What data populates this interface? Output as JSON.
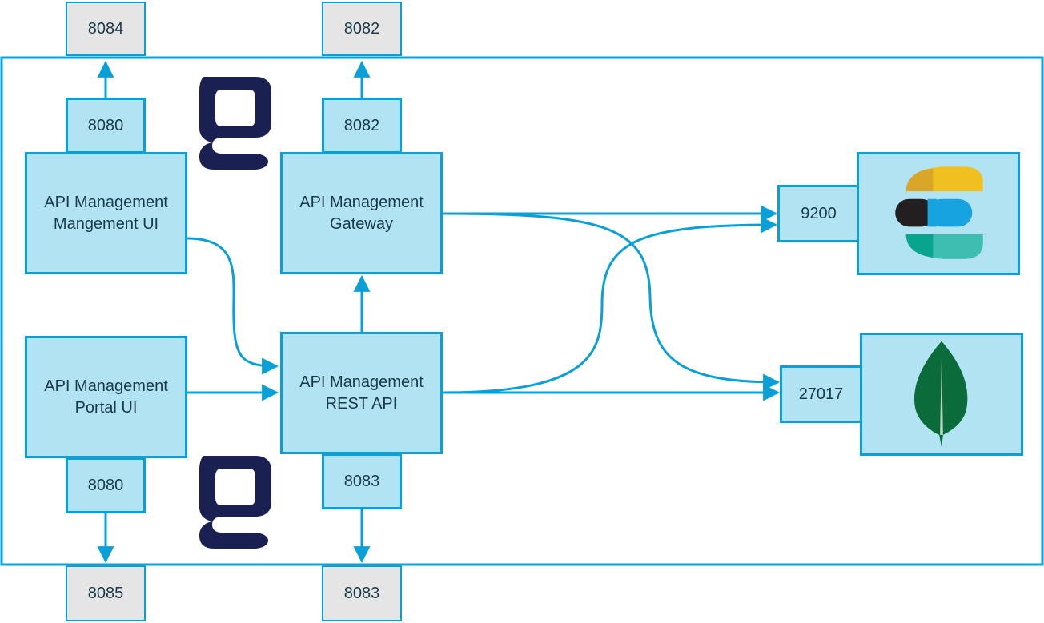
{
  "colors": {
    "accent": "#0aa0d7",
    "box_fill": "#b1e3f3",
    "external_port_fill": "#e5e5e5",
    "logo_navy": "#1a2152"
  },
  "components": {
    "management_ui": {
      "line1": "API Management",
      "line2": "Mangement UI"
    },
    "portal_ui": {
      "line1": "API Management",
      "line2": "Portal UI"
    },
    "gateway": {
      "line1": "API Management",
      "line2": "Gateway"
    },
    "rest_api": {
      "line1": "API Management",
      "line2": "REST API"
    }
  },
  "internal_ports": {
    "management_ui": "8080",
    "portal_ui": "8080",
    "gateway": "8082",
    "rest_api": "8083",
    "elasticsearch": "9200",
    "mongodb": "27017"
  },
  "external_ports": {
    "management_ui": "8084",
    "gateway": "8082",
    "portal_ui": "8085",
    "rest_api": "8083"
  },
  "icons": {
    "gravitee_logo": "gravitee-g-logo",
    "elasticsearch": "elasticsearch-logo",
    "mongodb": "mongodb-leaf-logo"
  }
}
